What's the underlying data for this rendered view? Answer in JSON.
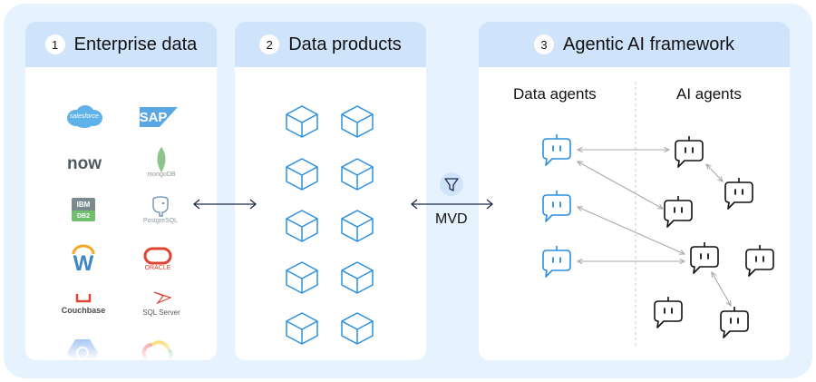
{
  "panels": [
    {
      "number": "1",
      "title": "Enterprise data"
    },
    {
      "number": "2",
      "title": "Data products"
    },
    {
      "number": "3",
      "title": "Agentic AI framework"
    }
  ],
  "enterprise_sources": {
    "salesforce": "salesforce",
    "sap": "SAP",
    "servicenow": "now",
    "mongodb": "mongoDB",
    "ibm_db2_top": "IBM",
    "ibm_db2_bottom": "DB2",
    "postgresql": "PostgreSQL",
    "workday": "W",
    "oracle": "ORACLE",
    "couchbase": "Couchbase",
    "sql_server": "SQL Server"
  },
  "connector": {
    "label": "MVD",
    "icon": "filter-icon"
  },
  "agents": {
    "data_label": "Data agents",
    "ai_label": "AI agents"
  },
  "colors": {
    "accent": "#2b8fe0",
    "header": "#cfe3fa",
    "background": "#e6f2fd",
    "line": "#aaaaaa"
  }
}
